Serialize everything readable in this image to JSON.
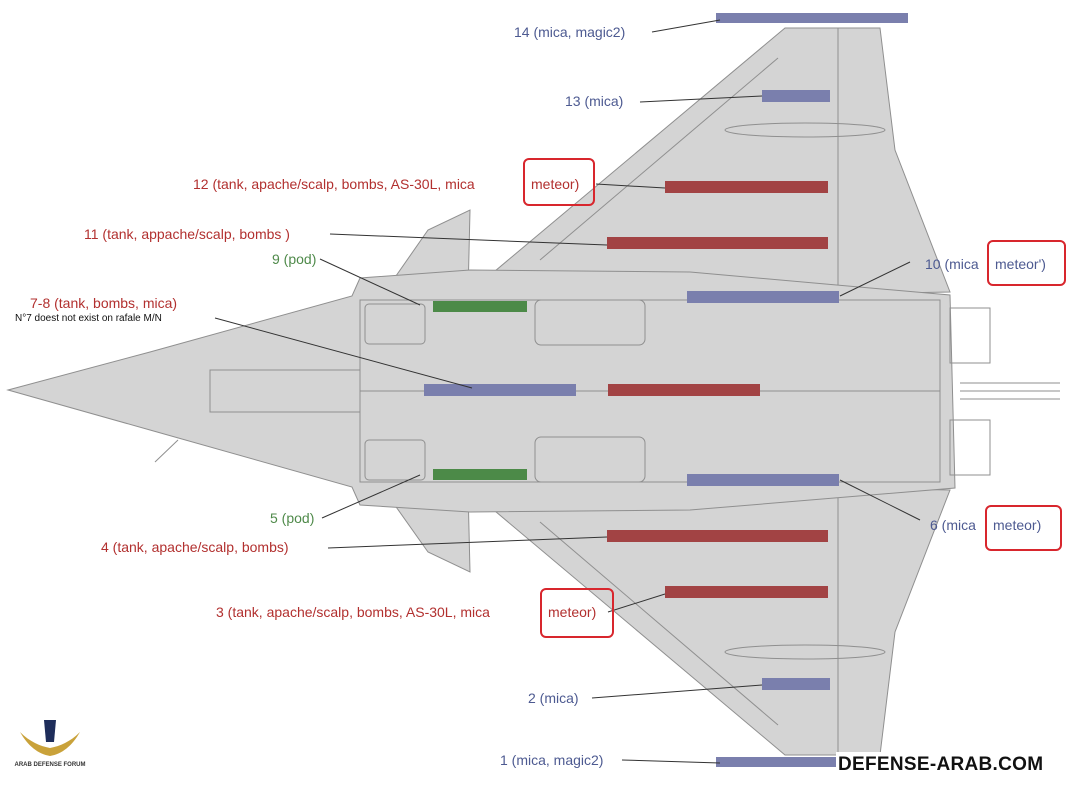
{
  "labels": {
    "s14": "14 (mica, magic2)",
    "s13": "13 (mica)",
    "s12a": "12 (tank, apache/scalp, bombs, AS-30L, mica",
    "s12b": "meteor)",
    "s11": "11 (tank, appache/scalp, bombs )",
    "s9": "9 (pod)",
    "s10a": "10 (mica",
    "s10b": "meteor')",
    "s78": "7-8 (tank, bombs, mica)",
    "s78note": "N°7 doest not exist on rafale M/N",
    "s5": "5 (pod)",
    "s6a": "6 (mica",
    "s6b": "meteor)",
    "s4": "4 (tank, apache/scalp, bombs)",
    "s3a": "3 (tank, apache/scalp, bombs, AS-30L, mica",
    "s3b": "meteor)",
    "s2": "2 (mica)",
    "s1": "1 (mica, magic2)"
  },
  "watermark": {
    "site": "DEFENSE-ARAB.COM",
    "logo_text": "ARAB DEFENSE FORUM"
  },
  "colors": {
    "airframe": "#d4d4d4",
    "outline": "#8f8f8f",
    "station_red": "#a24344",
    "station_blue": "#7a7fad",
    "station_green": "#4c8a48",
    "highlight": "#d8262d"
  }
}
